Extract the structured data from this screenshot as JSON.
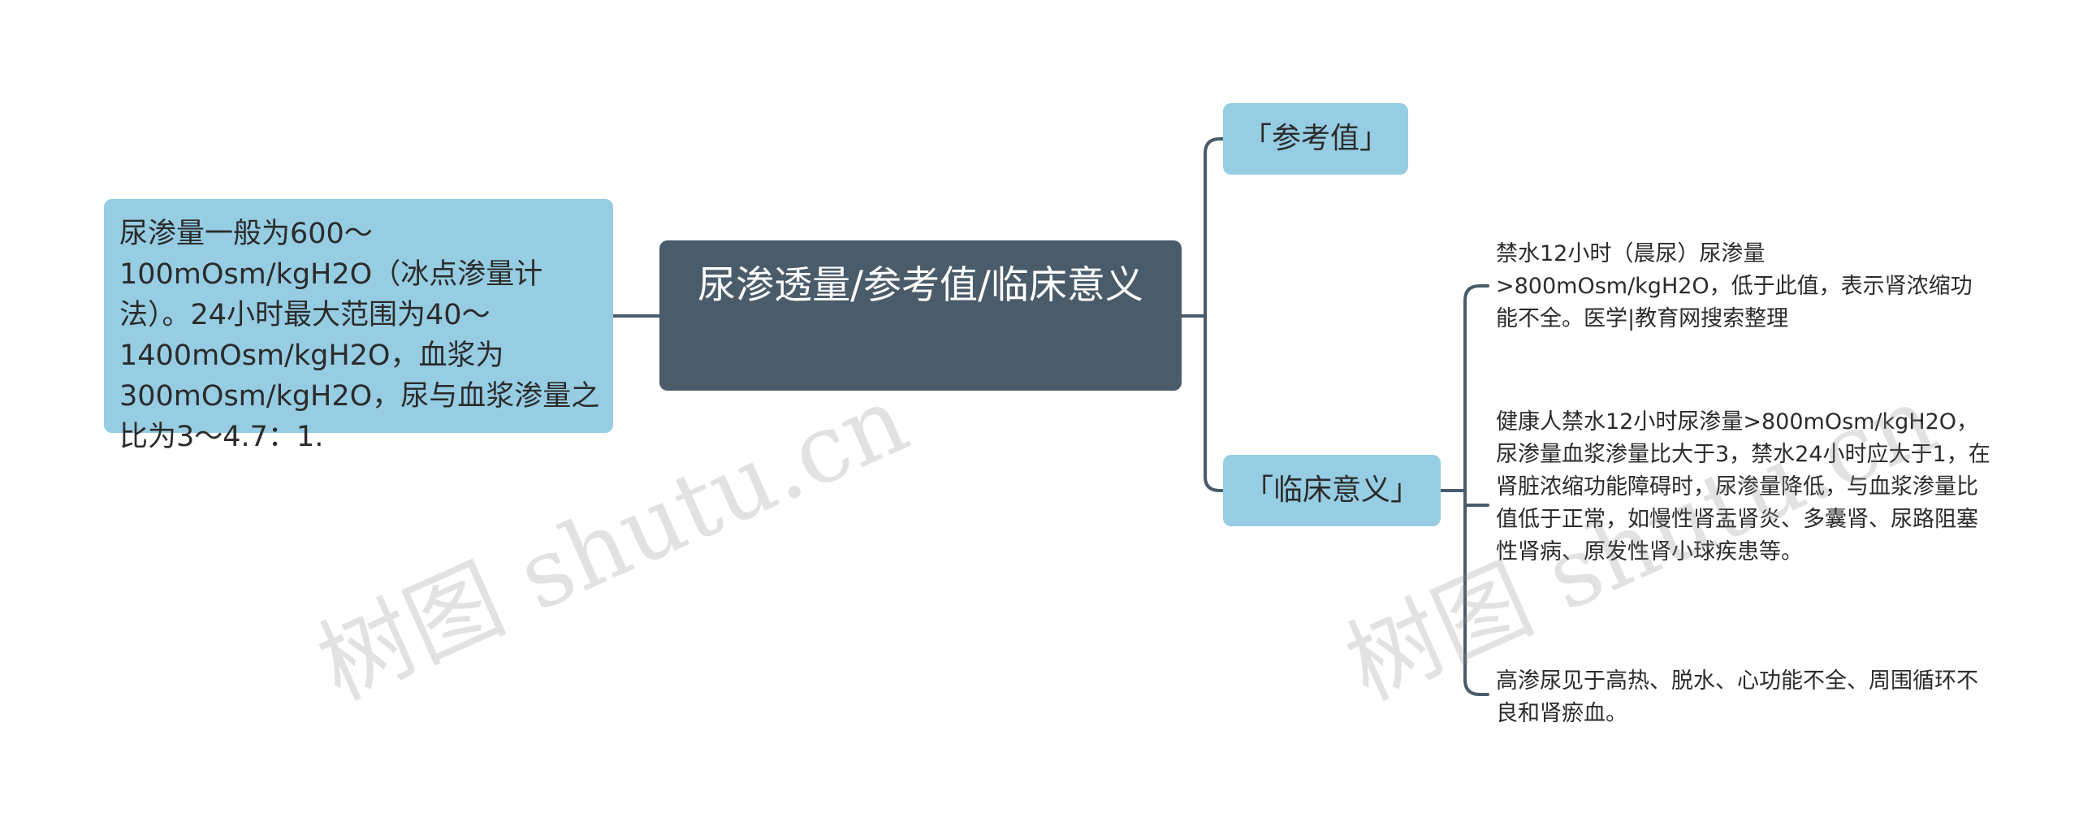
{
  "central": {
    "text": "尿渗透量/参考值/临床意义"
  },
  "left": {
    "text": "尿渗量一般为600～100mOsm/kgH2O（冰点渗量计法）。24小时最大范围为40～1400mOsm/kgH2O，血浆为300mOsm/kgH2O，尿与血浆渗量之比为3～4.7：1."
  },
  "branches": [
    {
      "label": "「参考值」"
    },
    {
      "label": "「临床意义」"
    }
  ],
  "leaves": [
    {
      "text": "禁水12小时（晨尿）尿渗量>800mOsm/kgH2O，低于此值，表示肾浓缩功能不全。医学|教育网搜索整理"
    },
    {
      "text": "健康人禁水12小时尿渗量>800mOsm/kgH2O，尿渗量血浆渗量比大于3，禁水24小时应大于1，在肾脏浓缩功能障碍时，尿渗量降低，与血浆渗量比值低于正常，如慢性肾盂肾炎、多囊肾、尿路阻塞性肾病、原发性肾小球疾患等。"
    },
    {
      "text": "高渗尿见于高热、脱水、心功能不全、周围循环不良和肾瘀血。"
    }
  ],
  "watermark": "树图 shutu.cn",
  "colors": {
    "central": "#4a5b6a",
    "node": "#96cde3",
    "line": "#4a5b6a",
    "text": "#2b2b2b"
  }
}
